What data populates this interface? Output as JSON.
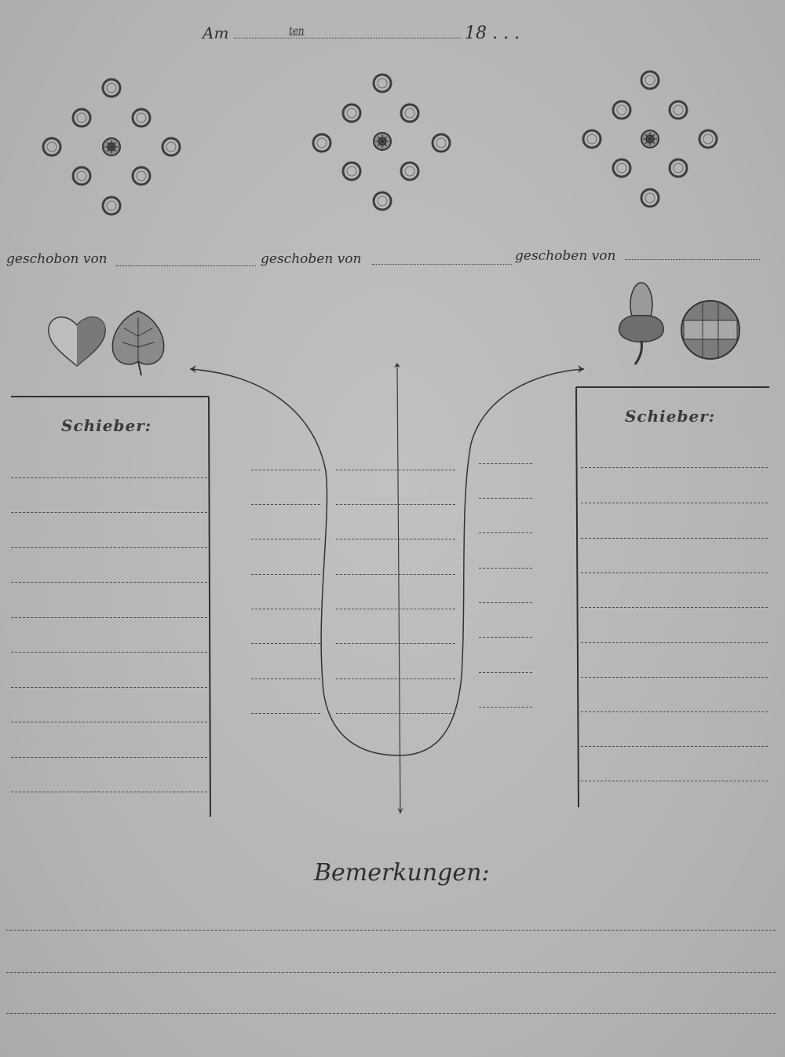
{
  "header": {
    "am_label": "Am",
    "ten_label": "ten",
    "year_label": "18 . . ."
  },
  "pushed": {
    "label": "geschoben von",
    "labels": [
      "geschobon von",
      "geschoben von",
      "geschoben von"
    ]
  },
  "symbols": [
    "heart-icon",
    "leaf-icon",
    "acorn-icon",
    "bell-icon"
  ],
  "left_panel": {
    "title": "Schieber:"
  },
  "right_panel": {
    "title": "Schieber:"
  },
  "remarks": {
    "title": "Bemerkungen:"
  }
}
